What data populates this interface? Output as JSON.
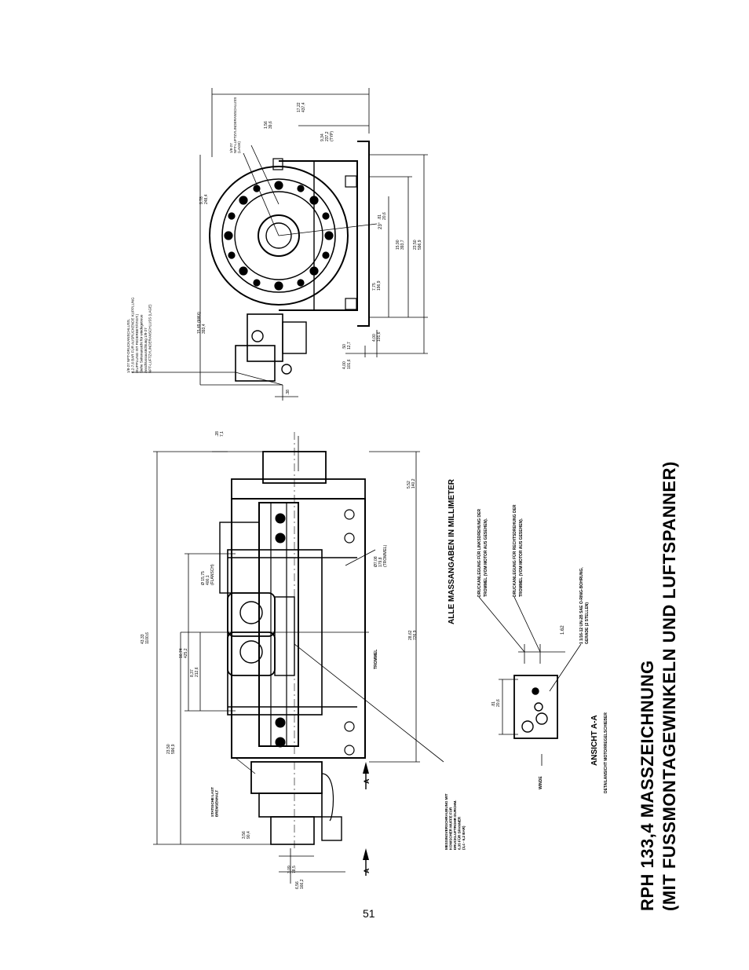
{
  "page": {
    "number": "51"
  },
  "title": {
    "line1": "RPH 133,4 MASSZEICHNUNG",
    "line2": "(MIT FUSSMONTAGEWINKELN UND LUFTSPANNER)"
  },
  "top_view": {
    "dims": {
      "d1722": [
        "17,22",
        "437,4"
      ],
      "d934": [
        "9,34",
        "237,2",
        "(TYP)"
      ],
      "d978": [
        "9,78",
        "248,4"
      ],
      "d81": [
        ".81",
        "20,6"
      ],
      "d1590": [
        "15,90",
        "393,7"
      ],
      "d2350": [
        "23,50",
        "596,9"
      ],
      "d775": [
        "7,75",
        "196,9"
      ],
      "d400": [
        "4,00",
        "101,6"
      ],
      "d50": [
        ".50",
        "12,7"
      ],
      "d400b": [
        "4,00",
        "101,6"
      ],
      "d1549": [
        "15,49 (MAX)",
        "393,4"
      ],
      "d38": [
        ".38"
      ],
      "d156": [
        "1,56",
        "39,6"
      ],
      "angle23": "23°"
    },
    "notes": {
      "port1": [
        "1/8-27",
        "NPT-LUFTZYLINDERANSCHLUSS",
        "(LAGE)"
      ],
      "port2": [
        "1/8-27 NPT-DRUCKANSCHLUSS,",
        "6,2-7,6 BAR FÜR AUSRÜCKENDE KUPPLUNG",
        "(KUPPLUNG IST FEDERBETÄTIGT.)",
        "Siehe Seitenansicht für windegetreue",
        "Anschlussausrichtung 1/8-27",
        "NPT-LUFTZYLINDERANSCHLUSS (LAGE)"
      ]
    }
  },
  "side_view": {
    "dims": {
      "d4333": [
        "43,33",
        "1100,6"
      ],
      "d2350": [
        "23,50",
        "596,9"
      ],
      "d1674": [
        "16,74",
        "425,2"
      ],
      "d837": [
        "8,37",
        "212,6"
      ],
      "d1575": [
        "Ø 15,75",
        "400,1",
        "(FLANSCH)"
      ],
      "d708": [
        "Ø7,08",
        "179,8",
        "(TROMMEL)"
      ],
      "d2862": [
        "28,62",
        "726,9"
      ],
      "d552": [
        "5,52",
        "140,2"
      ],
      "d28": [
        ".28",
        "7,1"
      ],
      "d356": [
        "3,56",
        "90,4"
      ],
      "d309": [
        "3,09",
        "78,5"
      ],
      "d656": [
        "6,56",
        "166,2"
      ]
    },
    "labels": {
      "trommel": "TROMMEL",
      "static_load": [
        "STATISCHE LAST",
        "BREMSENHALT"
      ],
      "fitting": [
        "MESSINGVERSCHRAUBUNG MIT",
        "KONISCHER MUFFE FÜR",
        "DRUCKLUFTROHR DURCHM.",
        "6,35 FÜR SPANNER",
        "(3,4 - 6,2 BAR)"
      ],
      "section_mark": "A"
    }
  },
  "notes": {
    "all_mm": "ALLE MASSANGABEN IN MILLIMETER",
    "left_rot": [
      "DRUCKANLEGUNG FÜR LINKSDREHUNG DER",
      "TROMMEL (VOM MOTOR AUS GESEHEN)."
    ],
    "right_rot": [
      "DRUCKANLEGUNG FÜR RECHTSDREHUNG DER",
      "TROMMEL (VOM MOTOR AUS GESEHEN)."
    ],
    "dim162": "1.62",
    "port_note": [
      "1 1/16-12 UN-2B SAE O-RING-BOHRUNG,",
      "GERADE (2 STELLEN)"
    ],
    "detail_81": [
      ".81",
      "20,6"
    ],
    "winde": "WINDE",
    "view_aa": "ANSICHT A-A",
    "detail_valve": "DETAILANSICHT MOTORREGELSCHIEBER"
  }
}
